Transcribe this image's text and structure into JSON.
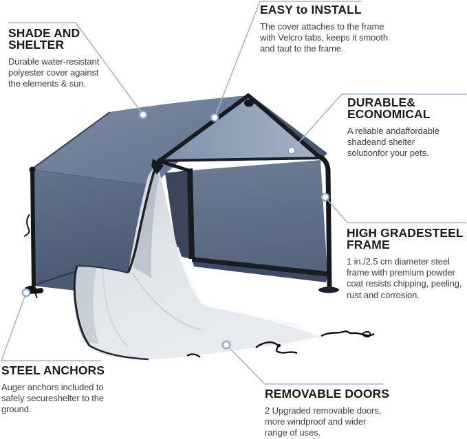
{
  "figure": {
    "kind": "product-feature-infographic",
    "subject": "outdoor pet shade shelter tent with steel frame and removable door flap"
  },
  "callouts": [
    {
      "id": "shade-and-shelter",
      "heading": "SHADE AND\nSHELTER",
      "body": "Durable water-resistant\npolyester cover against\nthe elements & sun."
    },
    {
      "id": "easy-to-install",
      "heading": "EASY to INSTALL",
      "body": "The cover attaches to the frame\nwith Velcro tabs, keeps it smooth\nand taut to the frame."
    },
    {
      "id": "durable-economical",
      "heading": "DURABLE&\nECONOMICAL",
      "body": "A reliable andaffordable\nshadeand shelter\nsolutionfor your pets."
    },
    {
      "id": "high-grade-steel-frame",
      "heading": "HIGH GRADESTEEL\nFRAME",
      "body": "1 in./2.5 cm diameter steel\nframe with premium powder\ncoat resists chipping, peeling,\nrust and corrosion."
    },
    {
      "id": "steel-anchors",
      "heading": "STEEL ANCHORS",
      "body": "Auger anchors included to\nsafely secureshelter to the\nground."
    },
    {
      "id": "removable-doors",
      "heading": "REMOVABLE DOORS",
      "body": "2 Upgraded removable doors,\nmore windproof and wider\nrange of uses."
    }
  ],
  "colors": {
    "canvas_bg": "#ffffff",
    "leader_line": "#a3b6d0",
    "marker_stroke": "#8ba3c2",
    "marker_fill": "#ffffff",
    "heading_text": "#1b1b1d",
    "body_text": "#3e3e40",
    "cover_dark_wall": "#5a6984",
    "cover_roof": "#6e7d99",
    "cover_gable_light": "#93a3b9",
    "front_wall": "#64748f",
    "hem_navy": "#3c4a64",
    "frame_black": "#14181f",
    "door_fabric_light": "#dfe3e8",
    "door_fabric_shadow": "#9aa5b3"
  }
}
